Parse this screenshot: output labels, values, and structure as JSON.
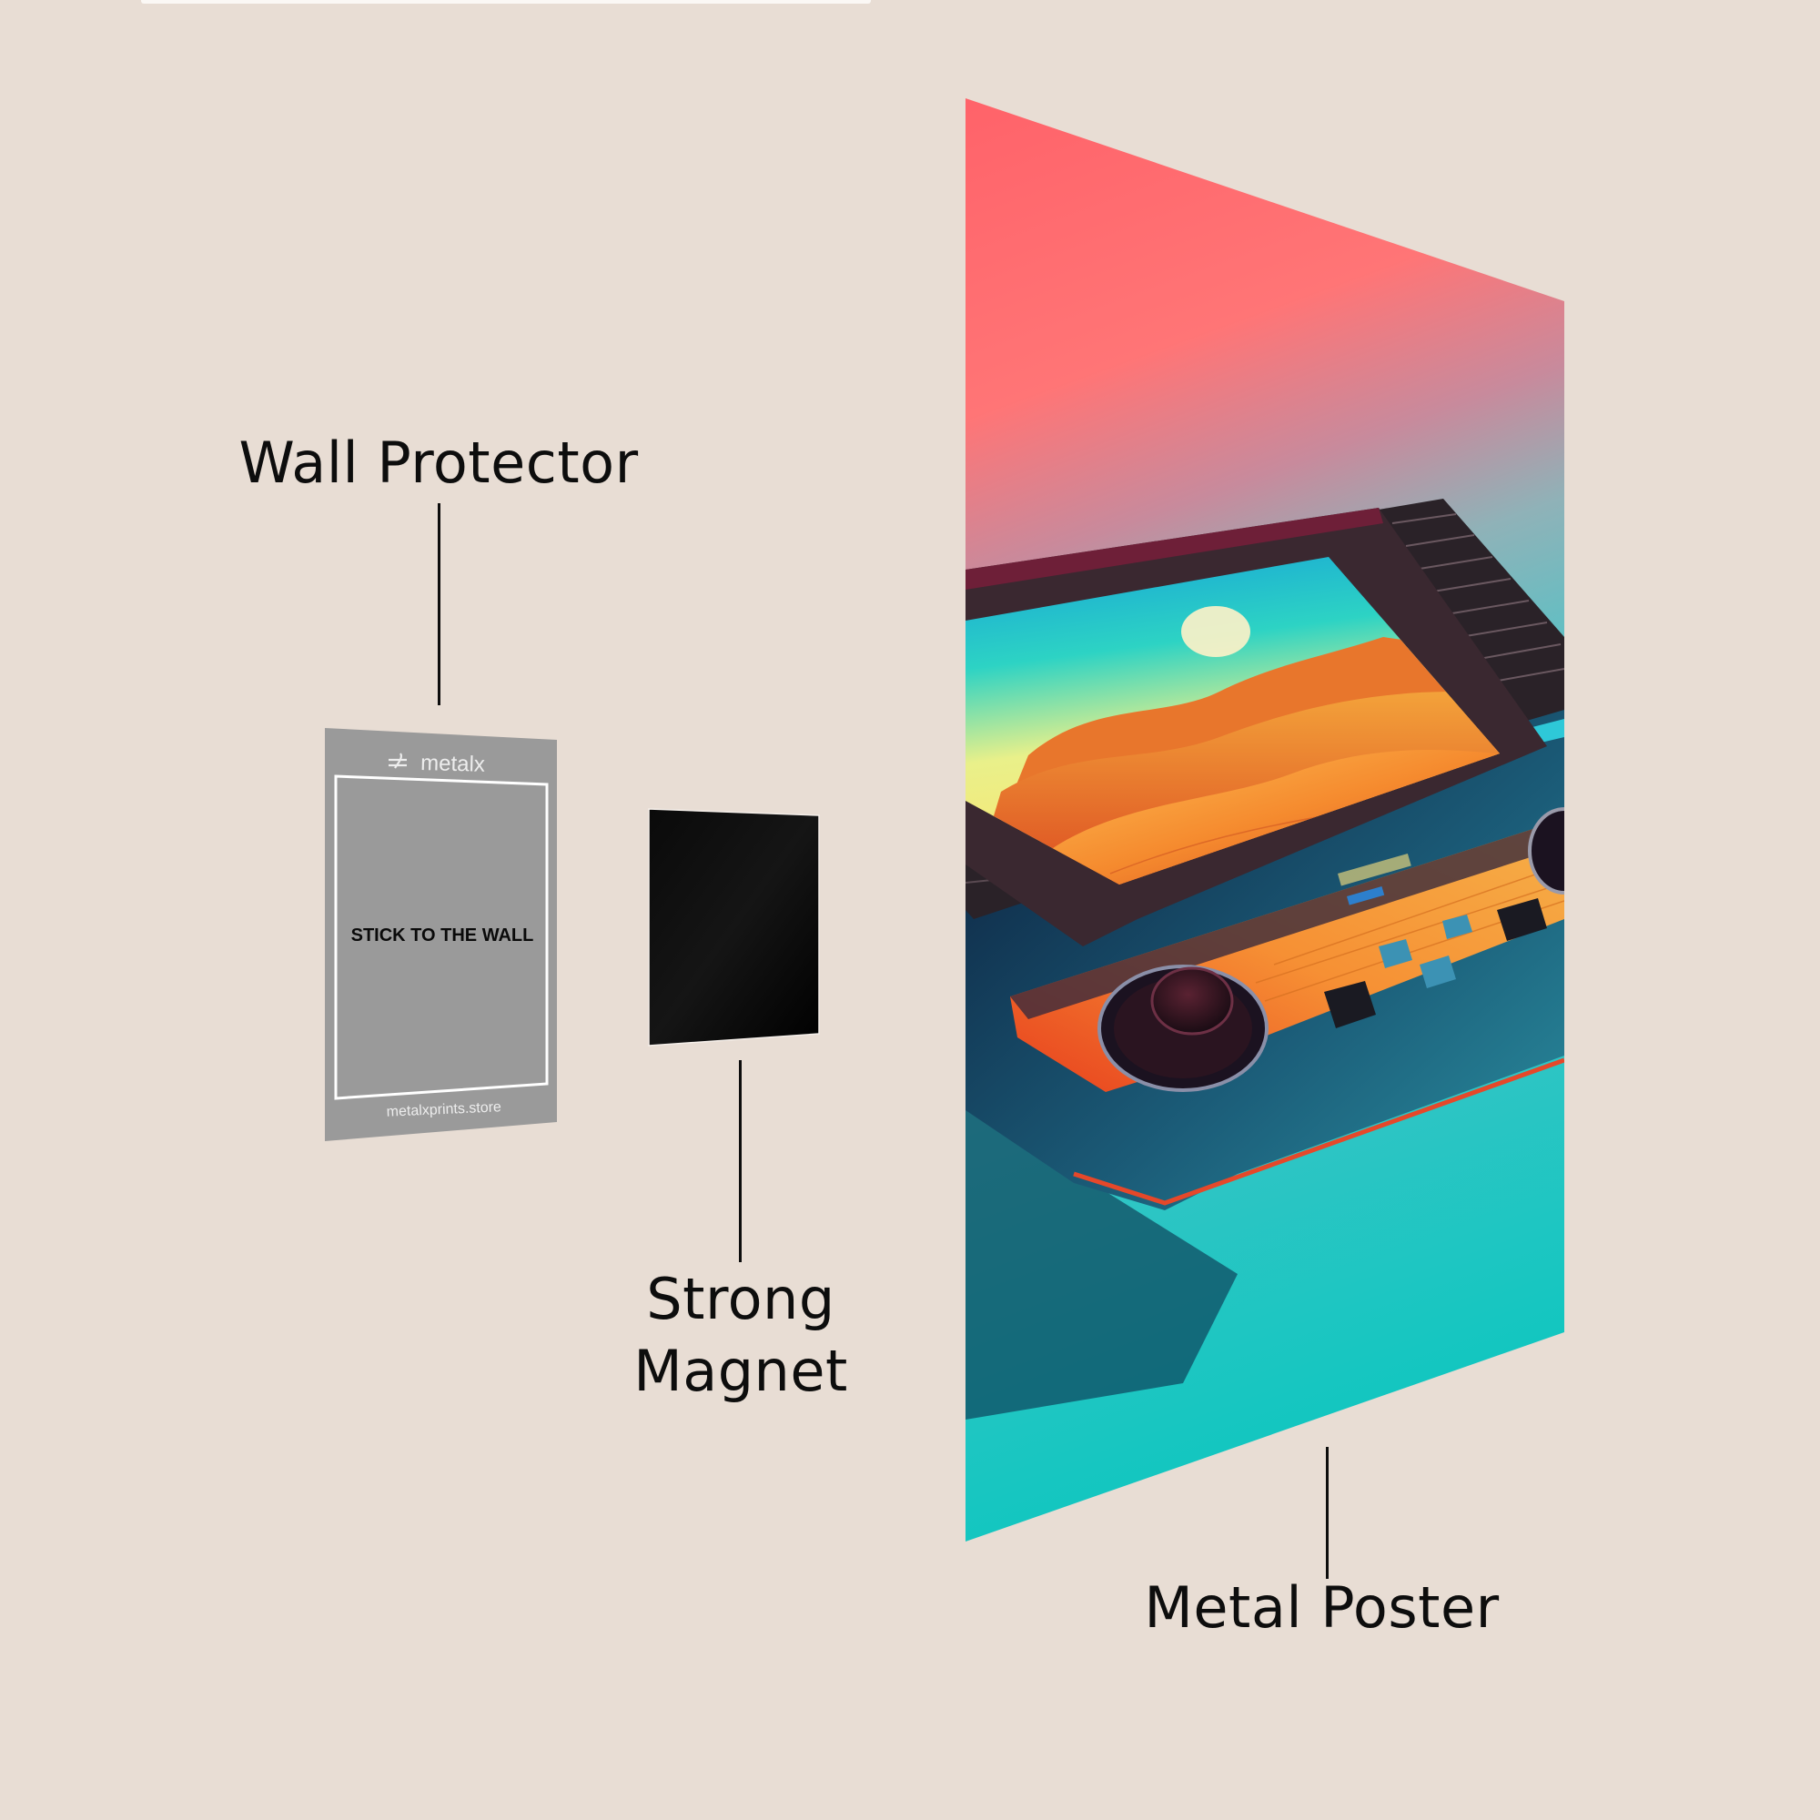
{
  "labels": {
    "wall_protector": "Wall Protector",
    "strong_magnet_line1": "Strong",
    "strong_magnet_line2": "Magnet",
    "metal_poster": "Metal Poster"
  },
  "wall_protector_card": {
    "brand": "metalx",
    "instruction": "STICK TO THE WALL",
    "website": "metalxprints.store",
    "color": "#9A9A9A"
  },
  "magnet": {
    "color": "#050505"
  },
  "poster": {
    "artwork": "retro game console with desert sunset screen",
    "colors": {
      "top": "#FF6468",
      "mid": "#C58C9E",
      "bottom": "#14C9C4",
      "console_frame": "#6E1F38",
      "console_body": "#0F2A4A",
      "panel_orange": "#F07A2C"
    }
  },
  "colors": {
    "background": "#E8DDD4",
    "text": "#0D0D0D"
  }
}
